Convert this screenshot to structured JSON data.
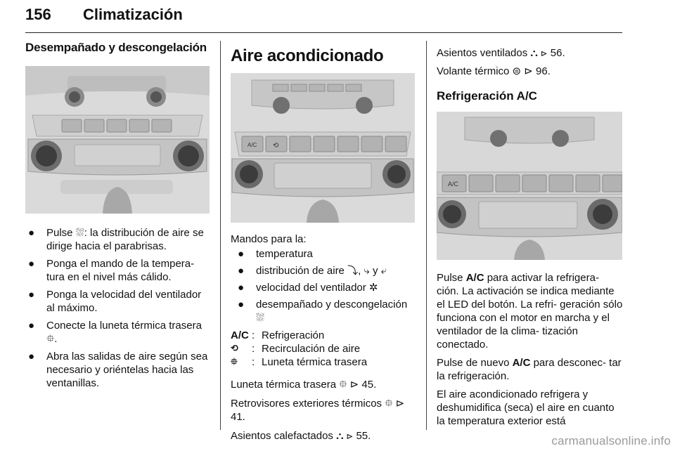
{
  "header": {
    "page_number": "156",
    "title": "Climatización"
  },
  "col1": {
    "heading": "Desempañado y descongelación",
    "bullets": [
      "Pulse ⛆: la distribución de aire se dirige hacia el parabrisas.",
      "Ponga el mando de la tempera- tura en el nivel más cálido.",
      "Ponga la velocidad del ventilador al máximo.",
      "Conecte la luneta térmica trasera ⯐.",
      "Abra las salidas de aire según sea necesario y oriéntelas hacia las ventanillas."
    ],
    "bullet_char": "●"
  },
  "col2": {
    "heading": "Aire acondicionado",
    "intro": "Mandos para la:",
    "bullets": [
      "temperatura",
      "distribución de aire ⤵, ⤷ y ⤶",
      "velocidad del ventilador ✲",
      "desempañado y descongelación ⛆"
    ],
    "bullet_char": "●",
    "legend": [
      {
        "key": "A/C",
        "sep": ":",
        "value": "Refrigeración"
      },
      {
        "key": "⟲",
        "sep": ":",
        "value": "Recirculación de aire"
      },
      {
        "key": "⯐",
        "sep": ":",
        "value": "Luneta térmica trasera"
      }
    ],
    "refs": [
      "Luneta térmica trasera ⯐ ⊳ 45.",
      "Retrovisores exteriores térmicos ⯐ ⊳ 41.",
      "Asientos calefactados ⛬ ⊳ 55."
    ]
  },
  "col3": {
    "refs": [
      "Asientos ventilados ⛬ ⊳ 56.",
      "Volante térmico ⊜ ⊳ 96."
    ],
    "subheading": "Refrigeración A/C",
    "paragraphs": [
      {
        "pre": "Pulse ",
        "bold": "A/C",
        "post": " para activar la refrigera- ción. La activación se indica mediante el LED del botón. La refri- geración sólo funciona con el motor en marcha y el ventilador de la clima- tización conectado."
      },
      {
        "pre": "Pulse de nuevo ",
        "bold": "A/C",
        "post": " para desconec- tar la refrigeración."
      },
      {
        "pre": "El aire acondicionado refrigera y deshumidifica (seca) el aire en cuanto la temperatura exterior está",
        "bold": "",
        "post": ""
      }
    ]
  },
  "images": {
    "panel_button_labels": [
      "A/C",
      "⟲"
    ]
  },
  "footer": {
    "watermark": "carmanualsonline.info"
  }
}
